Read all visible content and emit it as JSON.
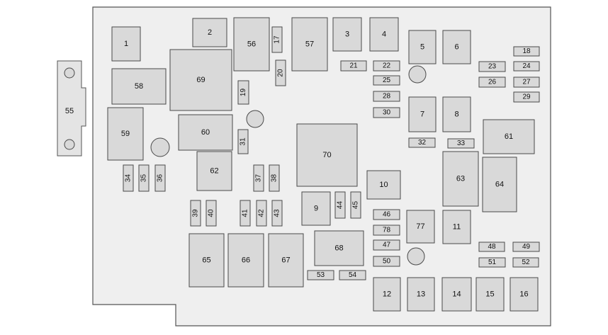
{
  "fuse_55": "55",
  "components": [
    {
      "label": "1",
      "kind": "relay"
    },
    {
      "label": "2",
      "kind": "relay"
    },
    {
      "label": "56",
      "kind": "relay"
    },
    {
      "label": "17",
      "kind": "fuse-v"
    },
    {
      "label": "57",
      "kind": "relay"
    },
    {
      "label": "3",
      "kind": "relay"
    },
    {
      "label": "4",
      "kind": "relay"
    },
    {
      "label": "5",
      "kind": "relay"
    },
    {
      "label": "6",
      "kind": "relay"
    },
    {
      "label": "18",
      "kind": "fuse-h"
    },
    {
      "label": "69",
      "kind": "relay"
    },
    {
      "label": "20",
      "kind": "fuse-v"
    },
    {
      "label": "21",
      "kind": "fuse-h"
    },
    {
      "label": "22",
      "kind": "fuse-h"
    },
    {
      "label": "23",
      "kind": "fuse-h"
    },
    {
      "label": "24",
      "kind": "fuse-h"
    },
    {
      "label": "58",
      "kind": "relay"
    },
    {
      "label": "25",
      "kind": "fuse-h"
    },
    {
      "label": "26",
      "kind": "fuse-h"
    },
    {
      "label": "27",
      "kind": "fuse-h"
    },
    {
      "label": "19",
      "kind": "fuse-v"
    },
    {
      "label": "28",
      "kind": "fuse-h"
    },
    {
      "label": "29",
      "kind": "fuse-h"
    },
    {
      "label": "30",
      "kind": "fuse-h"
    },
    {
      "label": "7",
      "kind": "relay"
    },
    {
      "label": "8",
      "kind": "relay"
    },
    {
      "label": "59",
      "kind": "relay"
    },
    {
      "label": "60",
      "kind": "relay"
    },
    {
      "label": "61",
      "kind": "relay"
    },
    {
      "label": "31",
      "kind": "fuse-v"
    },
    {
      "label": "70",
      "kind": "relay"
    },
    {
      "label": "32",
      "kind": "fuse-h"
    },
    {
      "label": "33",
      "kind": "fuse-h"
    },
    {
      "label": "62",
      "kind": "relay"
    },
    {
      "label": "63",
      "kind": "relay"
    },
    {
      "label": "64",
      "kind": "relay"
    },
    {
      "label": "34",
      "kind": "fuse-v"
    },
    {
      "label": "35",
      "kind": "fuse-v"
    },
    {
      "label": "36",
      "kind": "fuse-v"
    },
    {
      "label": "37",
      "kind": "fuse-v"
    },
    {
      "label": "38",
      "kind": "fuse-v"
    },
    {
      "label": "10",
      "kind": "relay"
    },
    {
      "label": "9",
      "kind": "relay"
    },
    {
      "label": "44",
      "kind": "fuse-v"
    },
    {
      "label": "45",
      "kind": "fuse-v"
    },
    {
      "label": "39",
      "kind": "fuse-v"
    },
    {
      "label": "40",
      "kind": "fuse-v"
    },
    {
      "label": "41",
      "kind": "fuse-v"
    },
    {
      "label": "42",
      "kind": "fuse-v"
    },
    {
      "label": "43",
      "kind": "fuse-v"
    },
    {
      "label": "46",
      "kind": "fuse-h"
    },
    {
      "label": "77",
      "kind": "relay"
    },
    {
      "label": "11",
      "kind": "relay"
    },
    {
      "label": "78",
      "kind": "fuse-h"
    },
    {
      "label": "65",
      "kind": "relay"
    },
    {
      "label": "66",
      "kind": "relay"
    },
    {
      "label": "67",
      "kind": "relay"
    },
    {
      "label": "68",
      "kind": "relay"
    },
    {
      "label": "47",
      "kind": "fuse-h"
    },
    {
      "label": "48",
      "kind": "fuse-h"
    },
    {
      "label": "49",
      "kind": "fuse-h"
    },
    {
      "label": "50",
      "kind": "fuse-h"
    },
    {
      "label": "51",
      "kind": "fuse-h"
    },
    {
      "label": "52",
      "kind": "fuse-h"
    },
    {
      "label": "53",
      "kind": "fuse-h"
    },
    {
      "label": "54",
      "kind": "fuse-h"
    },
    {
      "label": "12",
      "kind": "relay"
    },
    {
      "label": "13",
      "kind": "relay"
    },
    {
      "label": "14",
      "kind": "relay"
    },
    {
      "label": "15",
      "kind": "relay"
    },
    {
      "label": "16",
      "kind": "relay"
    }
  ]
}
